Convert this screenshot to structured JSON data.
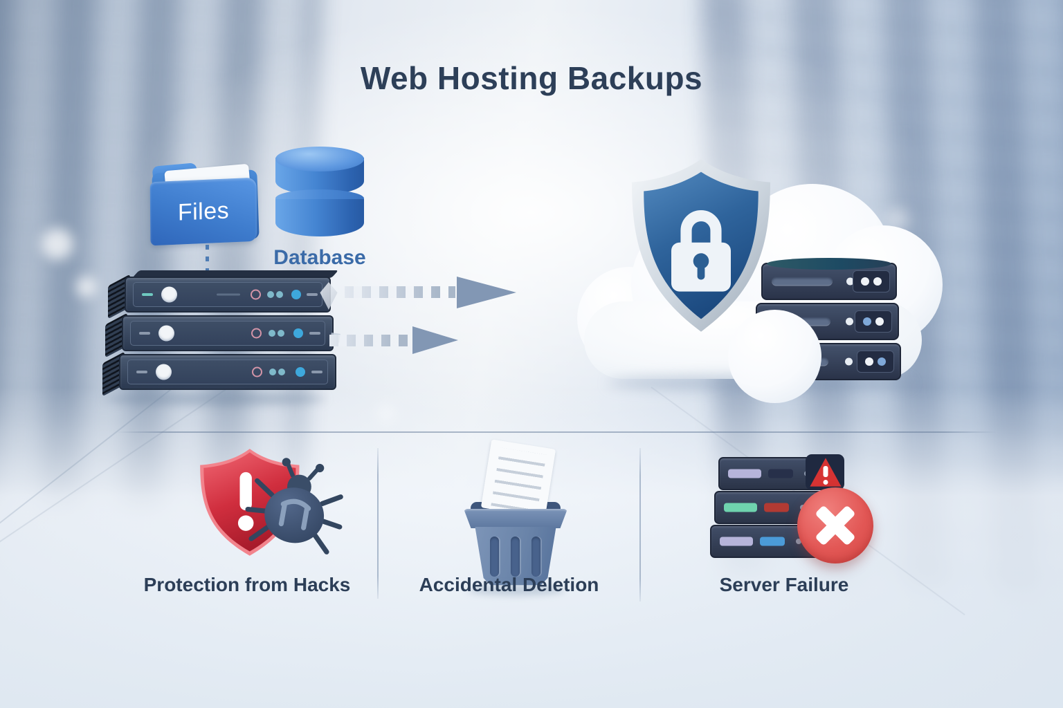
{
  "title": "Web Hosting Backups",
  "source": {
    "files_label": "Files",
    "database_label": "Database"
  },
  "features": [
    {
      "label": "Protection from Hacks",
      "icon": "red-shield-bug-icon"
    },
    {
      "label": "Accidental Deletion",
      "icon": "trash-document-icon"
    },
    {
      "label": "Server Failure",
      "icon": "failed-server-x-icon"
    }
  ],
  "colors": {
    "title_text": "#2d3f58",
    "caption_text": "#2c3e57",
    "folder_blue": "#3f7fce",
    "database_label_text": "#3b6ba8",
    "server_navy": "#2c3a50",
    "arrow_gray_blue": "#8297b4",
    "shield_blue": "#2a5c93",
    "shield_silver": "#c4cdd8",
    "alert_red": "#d63333",
    "error_circle_red": "#e25755",
    "trash_steel_blue": "#6a84a9",
    "background_light": "#e8edf3"
  }
}
